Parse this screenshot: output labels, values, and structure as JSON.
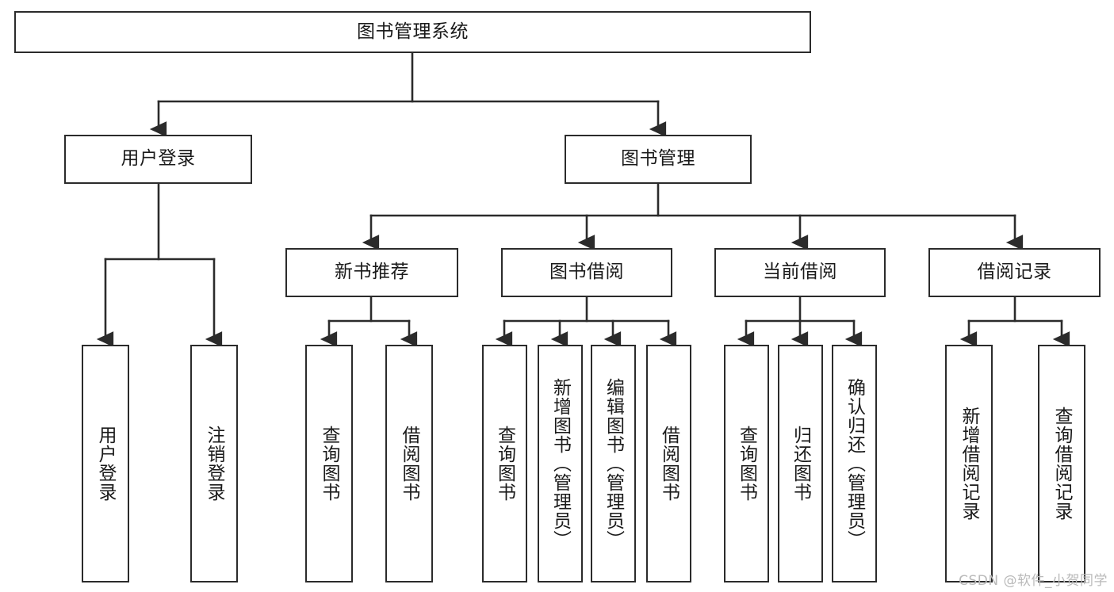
{
  "diagram": {
    "title": "图书管理系统",
    "type": "hierarchy-tree",
    "watermark": "CSDN @软件_小贺同学",
    "colors": {
      "border": "#2b2b2b",
      "background": "#ffffff",
      "text": "#1a1a1a",
      "watermark": "#b9b9b9"
    },
    "root": {
      "label": "图书管理系统"
    },
    "level2": [
      {
        "label": "用户登录"
      },
      {
        "label": "图书管理"
      }
    ],
    "level3": [
      {
        "label": "新书推荐"
      },
      {
        "label": "图书借阅"
      },
      {
        "label": "当前借阅"
      },
      {
        "label": "借阅记录"
      }
    ],
    "leaves": {
      "user_login": [
        {
          "label": "用户登录"
        },
        {
          "label": "注销登录"
        }
      ],
      "new_book_recommend": [
        {
          "label": "查询图书"
        },
        {
          "label": "借阅图书"
        }
      ],
      "book_borrow": [
        {
          "label": "查询图书"
        },
        {
          "label": "新增图书（管理员）"
        },
        {
          "label": "编辑图书（管理员）"
        },
        {
          "label": "借阅图书"
        }
      ],
      "current_borrow": [
        {
          "label": "查询图书"
        },
        {
          "label": "归还图书"
        },
        {
          "label": "确认归还（管理员）"
        }
      ],
      "borrow_record": [
        {
          "label": "新增借阅记录"
        },
        {
          "label": "查询借阅记录"
        }
      ]
    }
  }
}
